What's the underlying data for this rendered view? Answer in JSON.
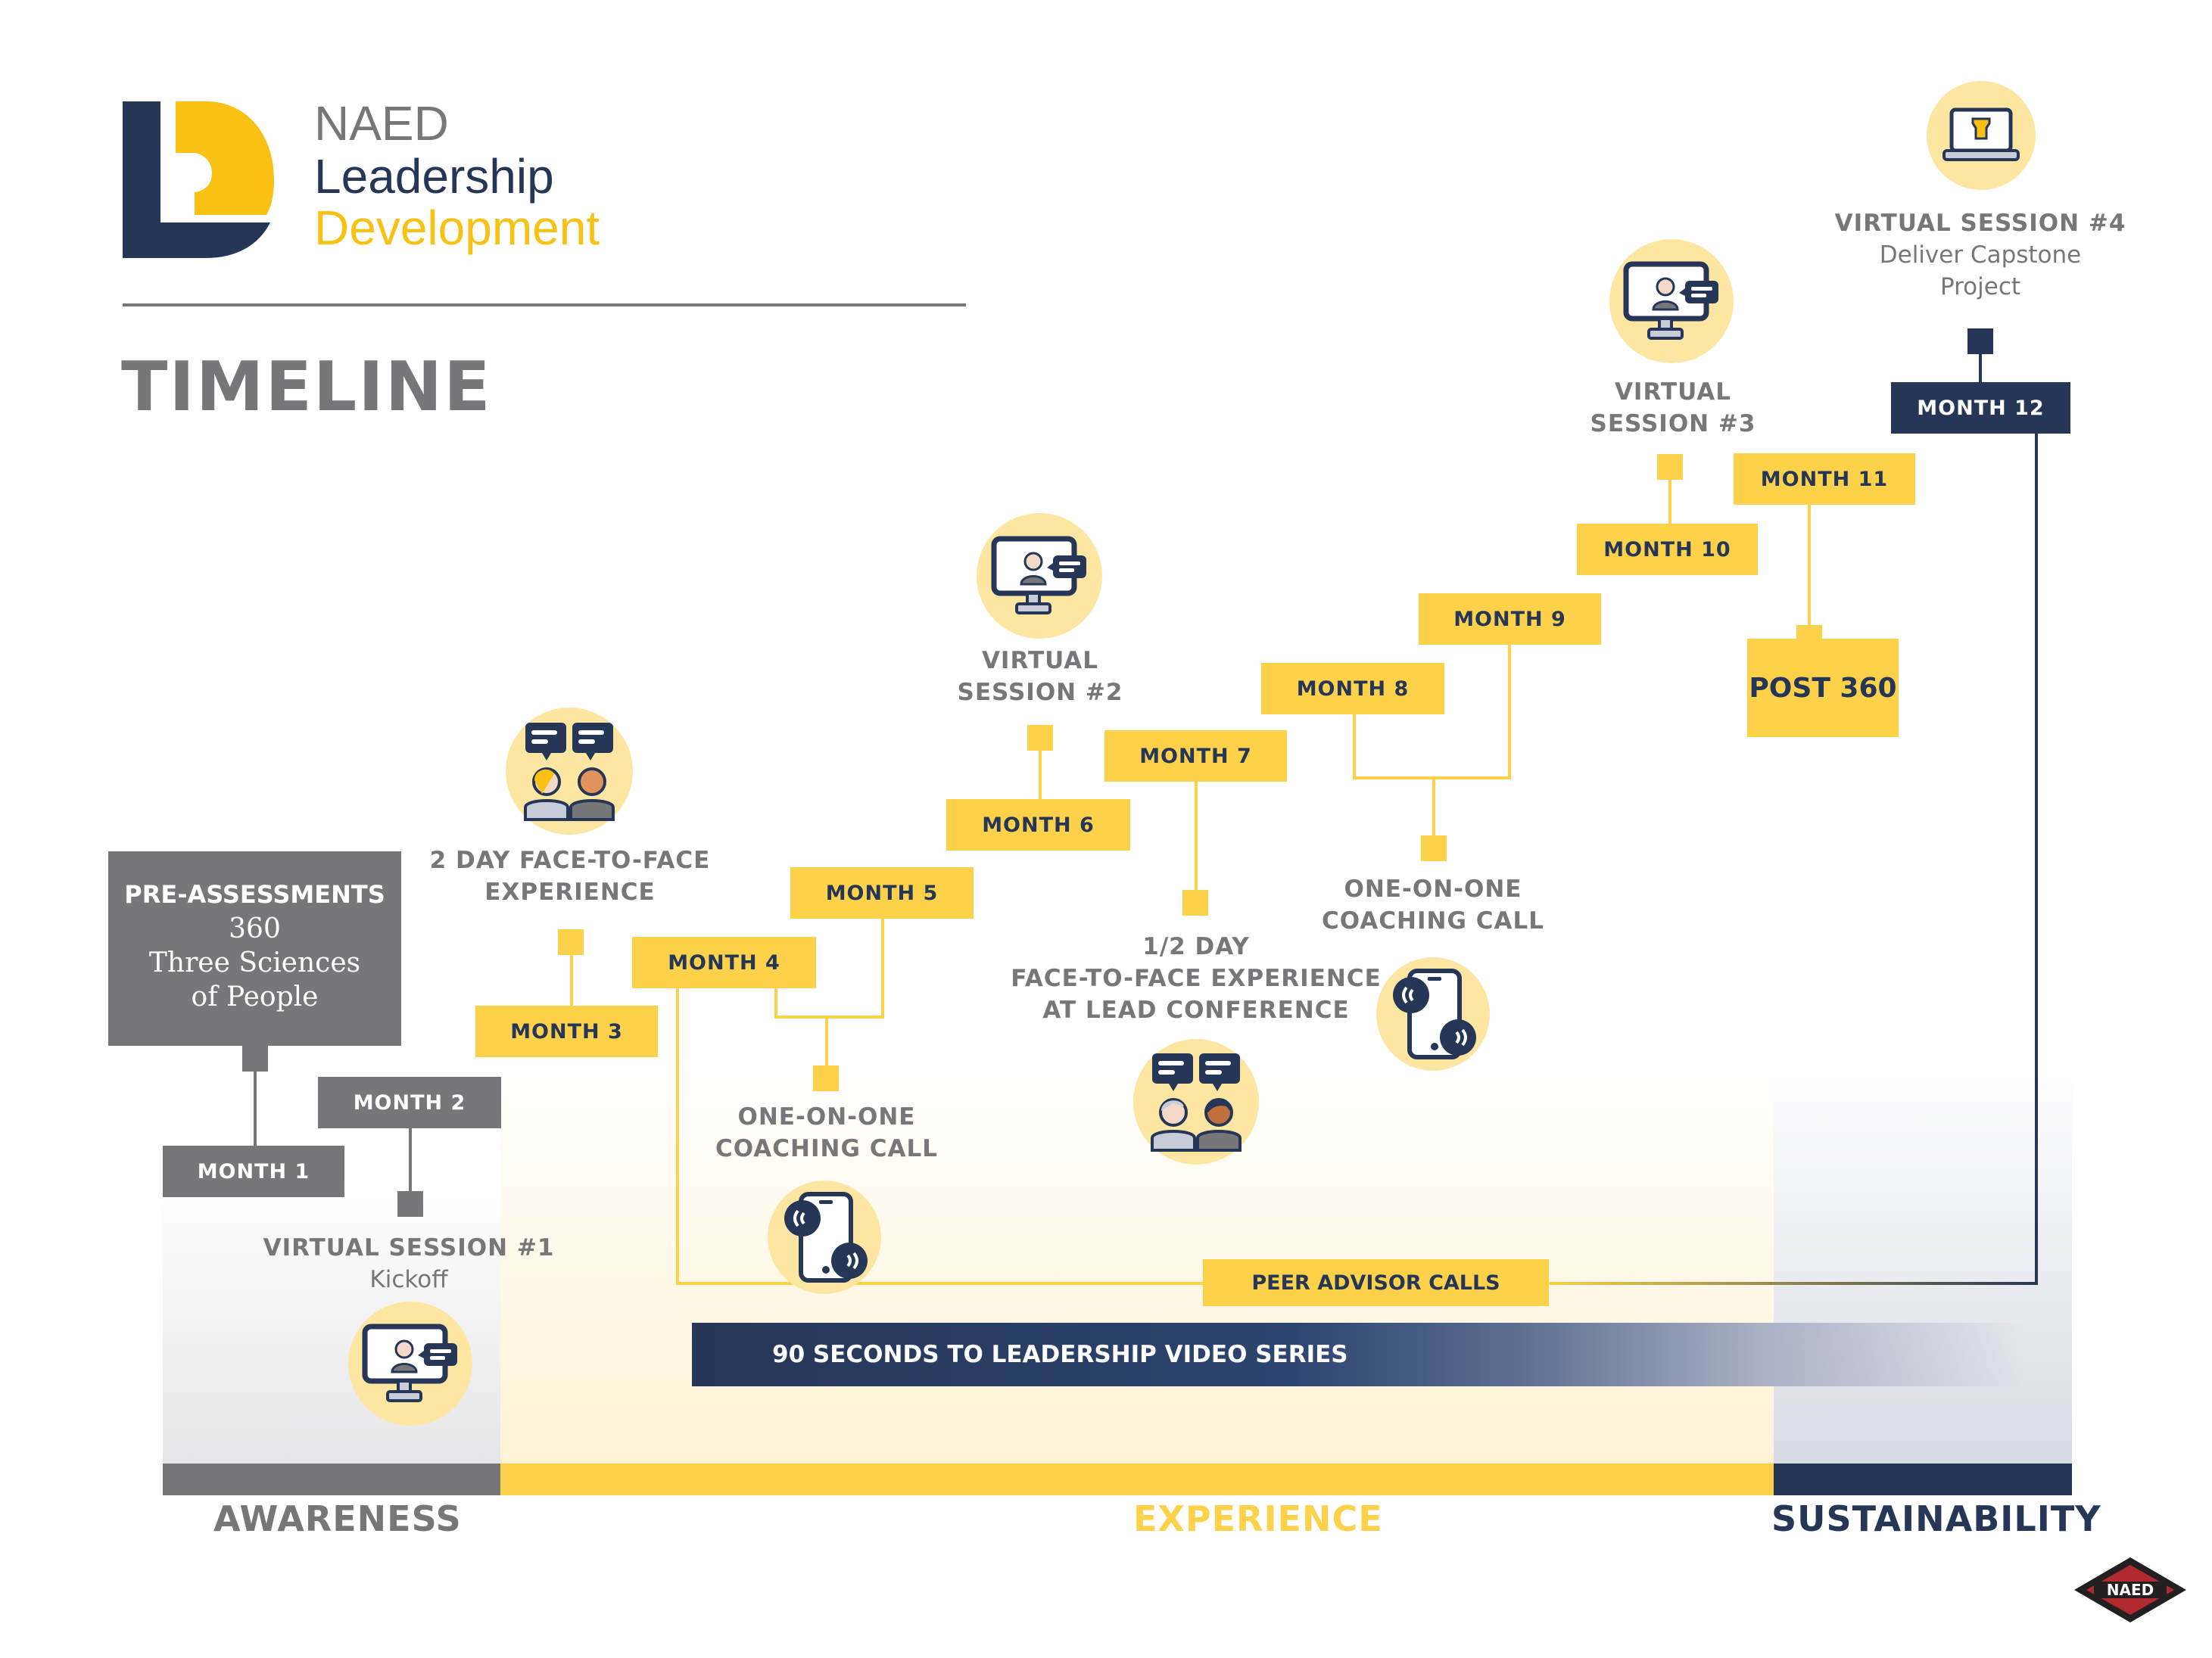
{
  "brand": {
    "line1": "NAED",
    "line2": "Leadership",
    "line3": "Development",
    "colors": {
      "navy": "#263656",
      "yellow": "#fdd24a",
      "gold": "#f8c114",
      "gray": "#77777a",
      "light_yellow": "#fde6a2"
    }
  },
  "page_title": "TIMELINE",
  "pre_assessments": {
    "title": "PRE-ASSESSMENTS",
    "lines": [
      "360",
      "Three Sciences",
      "of People"
    ]
  },
  "months": [
    {
      "label": "MONTH 1",
      "phase": "awareness"
    },
    {
      "label": "MONTH 2",
      "phase": "awareness"
    },
    {
      "label": "MONTH 3",
      "phase": "experience"
    },
    {
      "label": "MONTH 4",
      "phase": "experience"
    },
    {
      "label": "MONTH 5",
      "phase": "experience"
    },
    {
      "label": "MONTH 6",
      "phase": "experience"
    },
    {
      "label": "MONTH 7",
      "phase": "experience"
    },
    {
      "label": "MONTH 8",
      "phase": "experience"
    },
    {
      "label": "MONTH 9",
      "phase": "experience"
    },
    {
      "label": "MONTH 10",
      "phase": "experience"
    },
    {
      "label": "MONTH 11",
      "phase": "experience"
    },
    {
      "label": "MONTH 12",
      "phase": "sustainability"
    }
  ],
  "events": {
    "virtual_session_1": {
      "title": "VIRTUAL SESSION #1",
      "subtitle": "Kickoff",
      "icon": "video-conference-icon"
    },
    "face_to_face_2day": {
      "line1": "2 DAY FACE-TO-FACE",
      "line2": "EXPERIENCE",
      "icon": "two-people-talking-icon"
    },
    "coaching_call_1": {
      "line1": "ONE-ON-ONE",
      "line2": "COACHING CALL",
      "icon": "smartphone-call-icon"
    },
    "virtual_session_2": {
      "line1": "VIRTUAL",
      "line2": "SESSION #2",
      "icon": "video-conference-icon"
    },
    "face_to_face_half": {
      "line1": "1/2 DAY",
      "line2": "FACE-TO-FACE EXPERIENCE",
      "line3": "AT LEAD CONFERENCE",
      "icon": "two-people-talking-icon"
    },
    "coaching_call_2": {
      "line1": "ONE-ON-ONE",
      "line2": "COACHING CALL",
      "icon": "smartphone-call-icon"
    },
    "virtual_session_3": {
      "line1": "VIRTUAL",
      "line2": "SESSION #3",
      "icon": "video-conference-icon"
    },
    "post_360": {
      "label": "POST 360"
    },
    "virtual_session_4": {
      "title": "VIRTUAL SESSION #4",
      "subtitle1": "Deliver Capstone",
      "subtitle2": "Project",
      "icon": "laptop-keystone-icon"
    }
  },
  "peer_advisor": {
    "label": "PEER ADVISOR CALLS"
  },
  "video_series": {
    "label": "90 SECONDS TO LEADERSHIP VIDEO SERIES"
  },
  "phases": [
    {
      "label": "AWARENESS",
      "color": "#77777a"
    },
    {
      "label": "EXPERIENCE",
      "color": "#fdd24a"
    },
    {
      "label": "SUSTAINABILITY",
      "color": "#263656"
    }
  ],
  "footer_logo": {
    "label": "NAED"
  }
}
